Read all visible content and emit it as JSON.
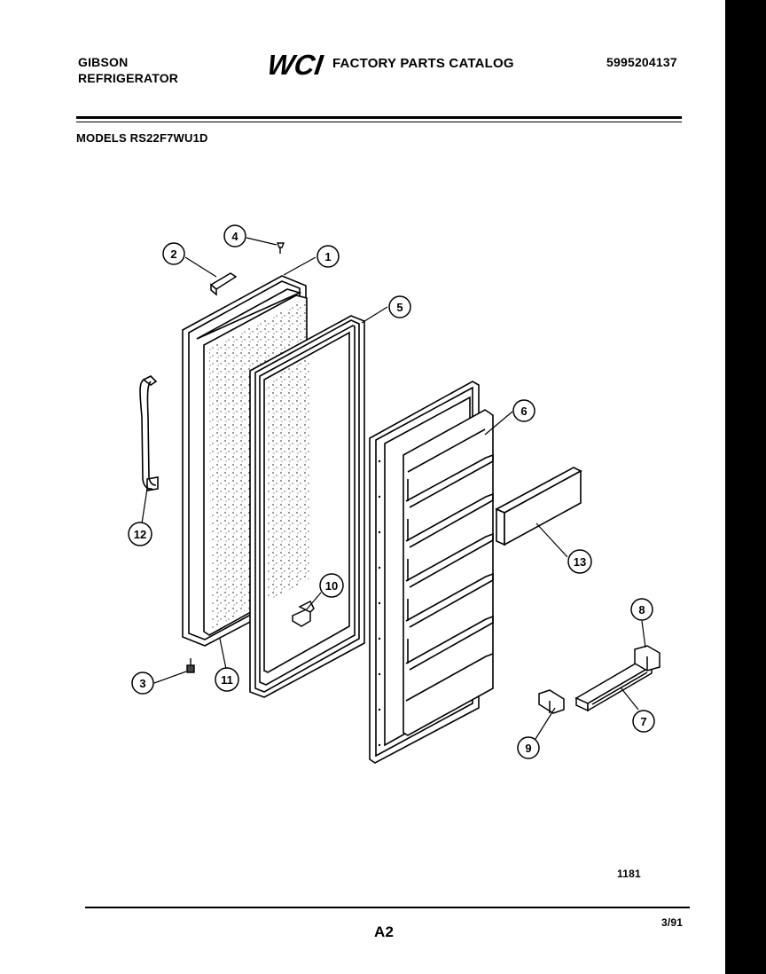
{
  "header": {
    "brand_line1": "GIBSON",
    "brand_line2": "REFRIGERATOR",
    "logo_text": "WCI",
    "catalog_title": "FACTORY PARTS CATALOG",
    "catalog_number": "5995204137",
    "models": "MODELS RS22F7WU1D"
  },
  "callouts": [
    "1",
    "2",
    "3",
    "4",
    "5",
    "6",
    "7",
    "8",
    "9",
    "10",
    "11",
    "12",
    "13"
  ],
  "footer": {
    "figure_number": "1181",
    "page_label": "A2",
    "revision_date": "3/91"
  }
}
